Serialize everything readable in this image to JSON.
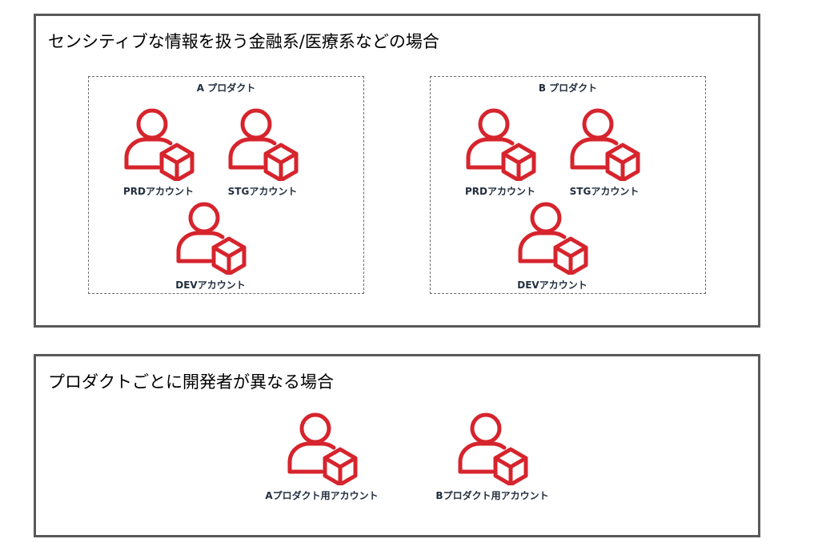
{
  "panels": [
    {
      "title": "センシティブな情報を扱う金融系/医療系などの場合",
      "groups": [
        {
          "label": "A プロダクト",
          "accounts": [
            "PRDアカウント",
            "STGアカウント",
            "DEVアカウント"
          ]
        },
        {
          "label": "B プロダクト",
          "accounts": [
            "PRDアカウント",
            "STGアカウント",
            "DEVアカウント"
          ]
        }
      ]
    },
    {
      "title": "プロダクトごとに開発者が異なる場合",
      "accounts": [
        "Aプロダクト用アカウント",
        "Bプロダクト用アカウント"
      ]
    }
  ],
  "colors": {
    "icon": "#d6242d",
    "frame": "#595959",
    "label": "#232f3e"
  },
  "icon_name": "account-icon"
}
